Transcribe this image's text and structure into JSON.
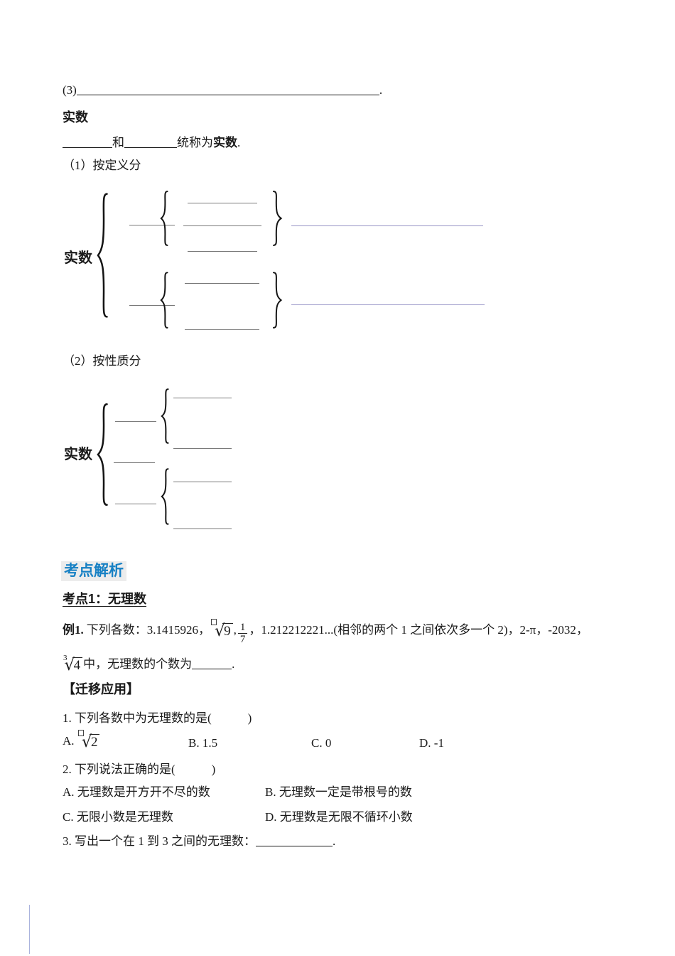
{
  "document": {
    "line3": {
      "prefix": "(3)",
      "period": "."
    },
    "heading": "实数",
    "definition": {
      "and": "和",
      "suffix": "统称为",
      "bold": "实数",
      "period": "."
    },
    "part1": "（1）按定义分",
    "part2": "（2）按性质分",
    "diagram1_root": "实数",
    "diagram2_root": "实数",
    "section": "考点解析",
    "topic1": "考点1：无理数",
    "example": {
      "prefix": "例1.",
      "t1": "下列各数：3.1415926，",
      "rad1_radicand": "9",
      "comma": ",",
      "frac_num": "1",
      "frac_den": "7",
      "t2": "，1.212212221...(相邻的两个 1 之间依次多一个 2)，2-π，-2032，",
      "rad2_index": "3",
      "rad2_radicand": "4",
      "t3": "中，无理数的个数为",
      "period": "."
    },
    "transfer": "【迁移应用】",
    "q1": {
      "stem": "1. 下列各数中为无理数的是(　　　)",
      "a_prefix": "A.",
      "a_radicand": "2",
      "b": "B. 1.5",
      "c": "C. 0",
      "d": "D. -1"
    },
    "q2": {
      "stem": "2. 下列说法正确的是(　　　)",
      "a": "A. 无理数是开方开不尽的数",
      "b": "B. 无理数一定是带根号的数",
      "c": "C. 无限小数是无理数",
      "d": "D. 无理数是无限不循环小数"
    },
    "q3": {
      "stem": "3. 写出一个在 1 到 3 之间的无理数：",
      "period": "."
    }
  },
  "glyphs": {
    "radical": "√"
  },
  "colors": {
    "accent_blue": "#1680C4",
    "highlight_bg": "#ECECEC",
    "diagram_blank_gray": "#7A7A7A",
    "diagram_annotation_line": "#9795C6",
    "text": "#1A1A1A"
  }
}
